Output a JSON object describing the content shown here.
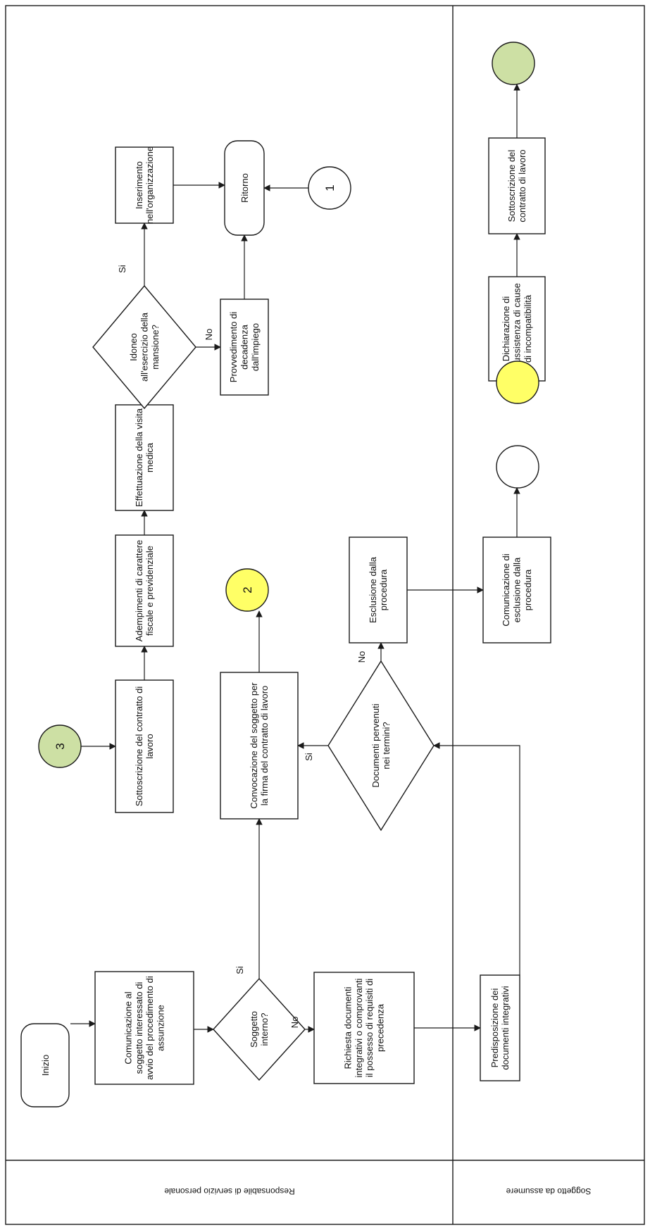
{
  "lanes": {
    "personale": "Responsabile di servizio personale",
    "assumere": "Soggetto da assumere"
  },
  "nodes": {
    "inizio": "Inizio",
    "comunicazione_avvio": "Comunicazione al soggetto interessato di avvio del procedimento di assunzione",
    "soggetto_interno": "Soggetto interno?",
    "richiesta_documenti": "Richiesta documenti integrativi o comprovanti il possesso di requisiti di precedenza",
    "predisposizione": "Predisposizione dei documenti integrativi",
    "documenti_pervenuti": "Documenti pervenuti nei termini?",
    "convocazione": "Convocazione del soggetto per la firma del contratto di lavoro",
    "sottoscrizione_1": "Sottoscrizione del contratto di lavoro",
    "adempimenti": "Adempimenti di carattere fiscale e previdenziale",
    "visita_medica": "Effettuazione della visita medica",
    "idoneo": "Idoneo all'esercizio della mansione?",
    "inserimento": "Inserimento nell'organizzazione",
    "provvedimento": "Provvedimento di decadenza dall'impiego",
    "ritorno": "Ritorno",
    "esclusione": "Esclusione dalla procedura",
    "comunicazione_esclusione": "Comunicazione di esclusione dalla procedura",
    "dichiarazione": "Dichiarazione di insussistenza di cause di incompatibilità",
    "sottoscrizione_2": "Sottoscrizione del contratto di lavoro"
  },
  "connectors": {
    "c1": "1",
    "c2": "2",
    "c3": "3"
  },
  "edge_labels": {
    "yes": "Si",
    "no": "No"
  },
  "colors": {
    "connector_white": "#ffffff",
    "connector_yellow": "#ffff66",
    "connector_green": "#cde0a4"
  }
}
